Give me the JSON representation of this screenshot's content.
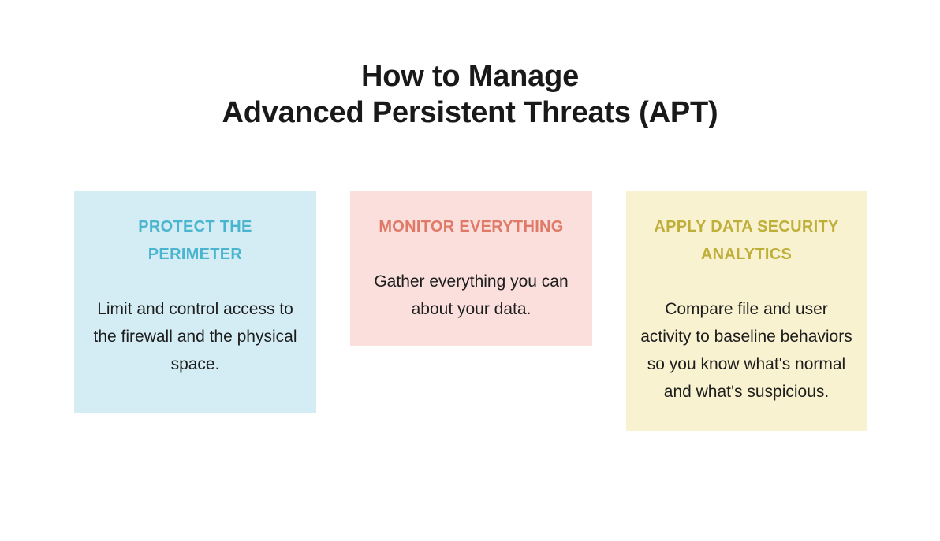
{
  "page": {
    "background_color": "#FFFFFF",
    "title_color": "#191919",
    "body_text_color": "#1D1D1D"
  },
  "title": {
    "line1": "How to Manage",
    "line2": "Advanced Persistent Threats (APT)"
  },
  "cards": [
    {
      "id": "protect-the-perimeter",
      "heading": "PROTECT THE PERIMETER",
      "body": "Limit and control access to the firewall and the physical space.",
      "background_color": "#D4EDF5",
      "heading_color": "#4BB4CF"
    },
    {
      "id": "monitor-everything",
      "heading": "MONITOR EVERYTHING",
      "body": "Gather everything you can about your data.",
      "background_color": "#FBDFDC",
      "heading_color": "#E07A68"
    },
    {
      "id": "apply-data-security-analytics",
      "heading": "APPLY DATA SECURITY ANALYTICS",
      "body": "Compare file and user activity to baseline behaviors so you know what's normal and what's suspicious.",
      "background_color": "#F8F2D0",
      "heading_color": "#BFAF3A"
    }
  ]
}
